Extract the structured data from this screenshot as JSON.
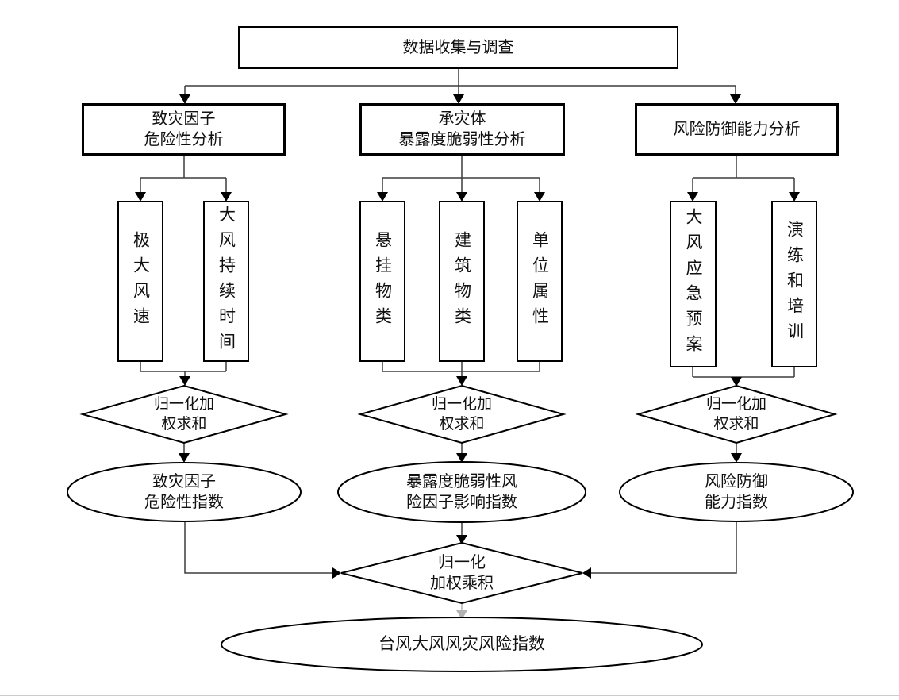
{
  "flowchart": {
    "root_label": "数据收集与调查",
    "branches": [
      {
        "title": "致灾因子\n危险性分析",
        "factors": [
          "极大风速",
          "大风持续时间"
        ],
        "aggregator": "归一化加\n权求和",
        "index": "致灾因子\n危险性指数"
      },
      {
        "title": "承灾体\n暴露度脆弱性分析",
        "factors": [
          "悬挂物类",
          "建筑物类",
          "单位属性"
        ],
        "aggregator": "归一化加\n权求和",
        "index": "暴露度脆弱性风\n险因子影响指数"
      },
      {
        "title": "风险防御能力分析",
        "factors": [
          "大风应急预案",
          "演练和培训"
        ],
        "aggregator": "归一化加\n权求和",
        "index": "风险防御\n能力指数"
      }
    ],
    "combiner": "归一化\n加权乘积",
    "final_index": "台风大风风灾风险指数",
    "colors": {
      "background": "#ffffff",
      "shape_stroke": "#000000",
      "connector": "#3d3d3d",
      "light_connector": "#b3b3b3",
      "divider": "#cccccc",
      "text": "#111111"
    }
  }
}
